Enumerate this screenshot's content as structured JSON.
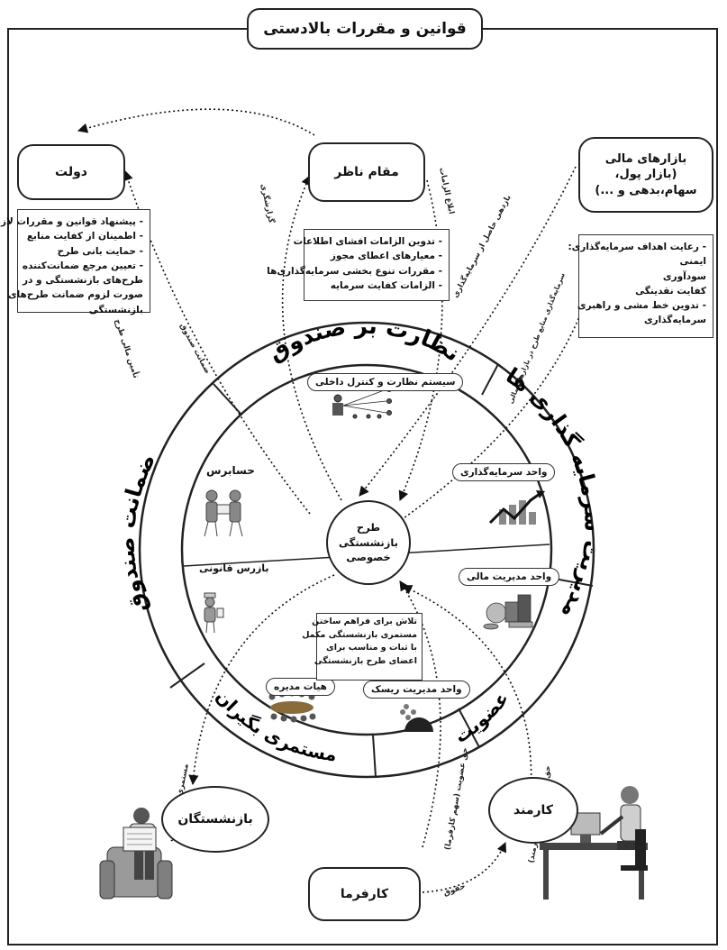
{
  "title": "قوانین و مقررات بالادستی",
  "nodes": {
    "government": "دولت",
    "regulator": "مقام ناظر",
    "markets_line1": "بازارهای مالی",
    "markets_line2": "(بازار پول، سهام،بدهی و ...)",
    "center_line1": "طرح",
    "center_line2": "بازنشستگی",
    "center_line3": "خصوصی",
    "retirees": "بازنشستگان",
    "employee": "کارمند",
    "employer": "کارفرما"
  },
  "notes": {
    "government": [
      "- پیشنهاد قوانین و مقررات لازم",
      "- اطمینان از کفایت منابع",
      "- حمایت بانی طرح",
      "- تعیین مرجع ضمانت‌کننده",
      "طرح‌های بازنشستگی و در",
      "صورت لزوم ضمانت طرح‌های",
      "بازنشستگی"
    ],
    "regulator": [
      "- تدوین الزامات افشای اطلاعات",
      "- معیارهای اعطای مجوز",
      "- مقررات تنوع بخشی سرمایه‌گذاری‌ها",
      "- الزامات کفایت سرمایه"
    ],
    "markets": [
      "- رعایت اهداف سرمایه‌گذاری:",
      "ایمنی",
      "سودآوری",
      "کفایت نقدینگی",
      "- تدوین خط مشی و راهبری",
      "سرمایه‌گذاری"
    ]
  },
  "ring_sectors": {
    "top": "نظارت بر صندوق",
    "right": "مدیریت سرمایه گذاری ها",
    "left": "ضمانت صندوق",
    "bottom_left": "مستمری بگیران",
    "bottom_right": "عضویت"
  },
  "units": {
    "internal_control": "سیستم نظارت و کنترل داخلی",
    "auditor": "حسابرس",
    "legal_inspector": "بازرس قانونی",
    "investment_unit": "واحد سرمایه‌گذاری",
    "finance_unit": "واحد مدیریت مالی",
    "risk_unit": "واحد مدیریت ریسک",
    "board": "هیات مدیره"
  },
  "goal_box": [
    "تلاش برای فراهم ساختن",
    "مستمری بازنشستگی مکمل",
    "با ثبات و مناسب برای",
    "اعضای طرح بازنشستگی"
  ],
  "arrow_labels": {
    "fund_guarantee": "ضمانت صندوق",
    "reporting": "گزارشگری",
    "requirements_notice": "ابلاغ الزامات",
    "investment_return": "بازدهی حاصل از سرمایه‌گذاری",
    "financing": "تأمین مالی طرح",
    "investment_flow": "سرمایه‌گذاری منابع طرح در بازارهای مالی",
    "pension_payment": "مستمری بازنشستگی",
    "membership_employer": "حق عضویت (سهم کارفرما)",
    "membership_employee": "حق عضویت (سهم کارمند)",
    "salary": "حقوق"
  }
}
